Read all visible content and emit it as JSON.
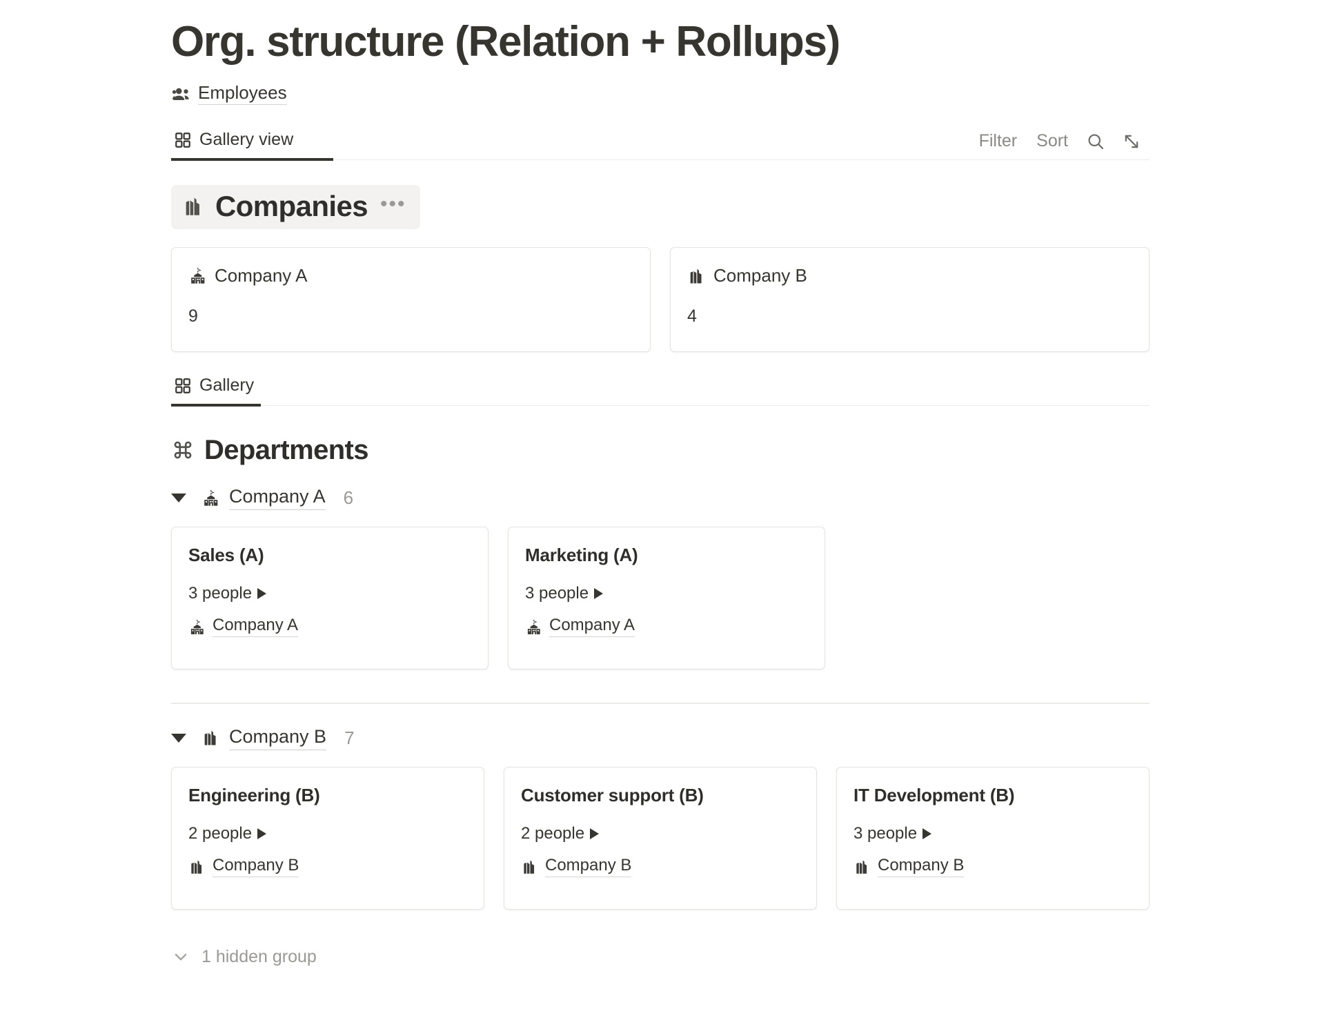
{
  "page": {
    "title": "Org. structure (Relation + Rollups)"
  },
  "source": {
    "icon": "people-group-icon",
    "label": "Employees"
  },
  "viewbar": {
    "tabs": [
      {
        "icon": "gallery-grid-icon",
        "label": "Gallery view",
        "active": true
      }
    ],
    "actions": {
      "filter_label": "Filter",
      "sort_label": "Sort",
      "search_icon": "search-icon",
      "expand_icon": "expand-diagonal-icon"
    }
  },
  "companies_section": {
    "icon": "factory-building-icon",
    "title": "Companies",
    "menu": "•••",
    "cards": [
      {
        "icon": "school-building-icon",
        "title": "Company A",
        "metric": "9"
      },
      {
        "icon": "factory-building-icon",
        "title": "Company B",
        "metric": "4"
      }
    ]
  },
  "gallery_tab": {
    "icon": "gallery-grid-icon",
    "label": "Gallery",
    "active": true
  },
  "departments_section": {
    "icon": "command-icon",
    "title": "Departments",
    "groups": [
      {
        "icon": "school-building-icon",
        "label": "Company A",
        "count": "6",
        "cards": [
          {
            "title": "Sales (A)",
            "people": "3 people",
            "relation_icon": "school-building-icon",
            "relation": "Company A"
          },
          {
            "title": "Marketing (A)",
            "people": "3 people",
            "relation_icon": "school-building-icon",
            "relation": "Company A"
          }
        ]
      },
      {
        "icon": "factory-building-icon",
        "label": "Company B",
        "count": "7",
        "cards": [
          {
            "title": "Engineering (B)",
            "people": "2 people",
            "relation_icon": "factory-building-icon",
            "relation": "Company B"
          },
          {
            "title": "Customer support (B)",
            "people": "2 people",
            "relation_icon": "factory-building-icon",
            "relation": "Company B"
          },
          {
            "title": "IT Development (B)",
            "people": "3 people",
            "relation_icon": "factory-building-icon",
            "relation": "Company B"
          }
        ]
      }
    ],
    "hidden_group": {
      "icon": "chevron-down-icon",
      "label": "1 hidden group"
    }
  },
  "colors": {
    "text": "#37352f",
    "muted": "#9b9995",
    "border": "#e6e4e0",
    "highlight": "#f3f2f0"
  }
}
